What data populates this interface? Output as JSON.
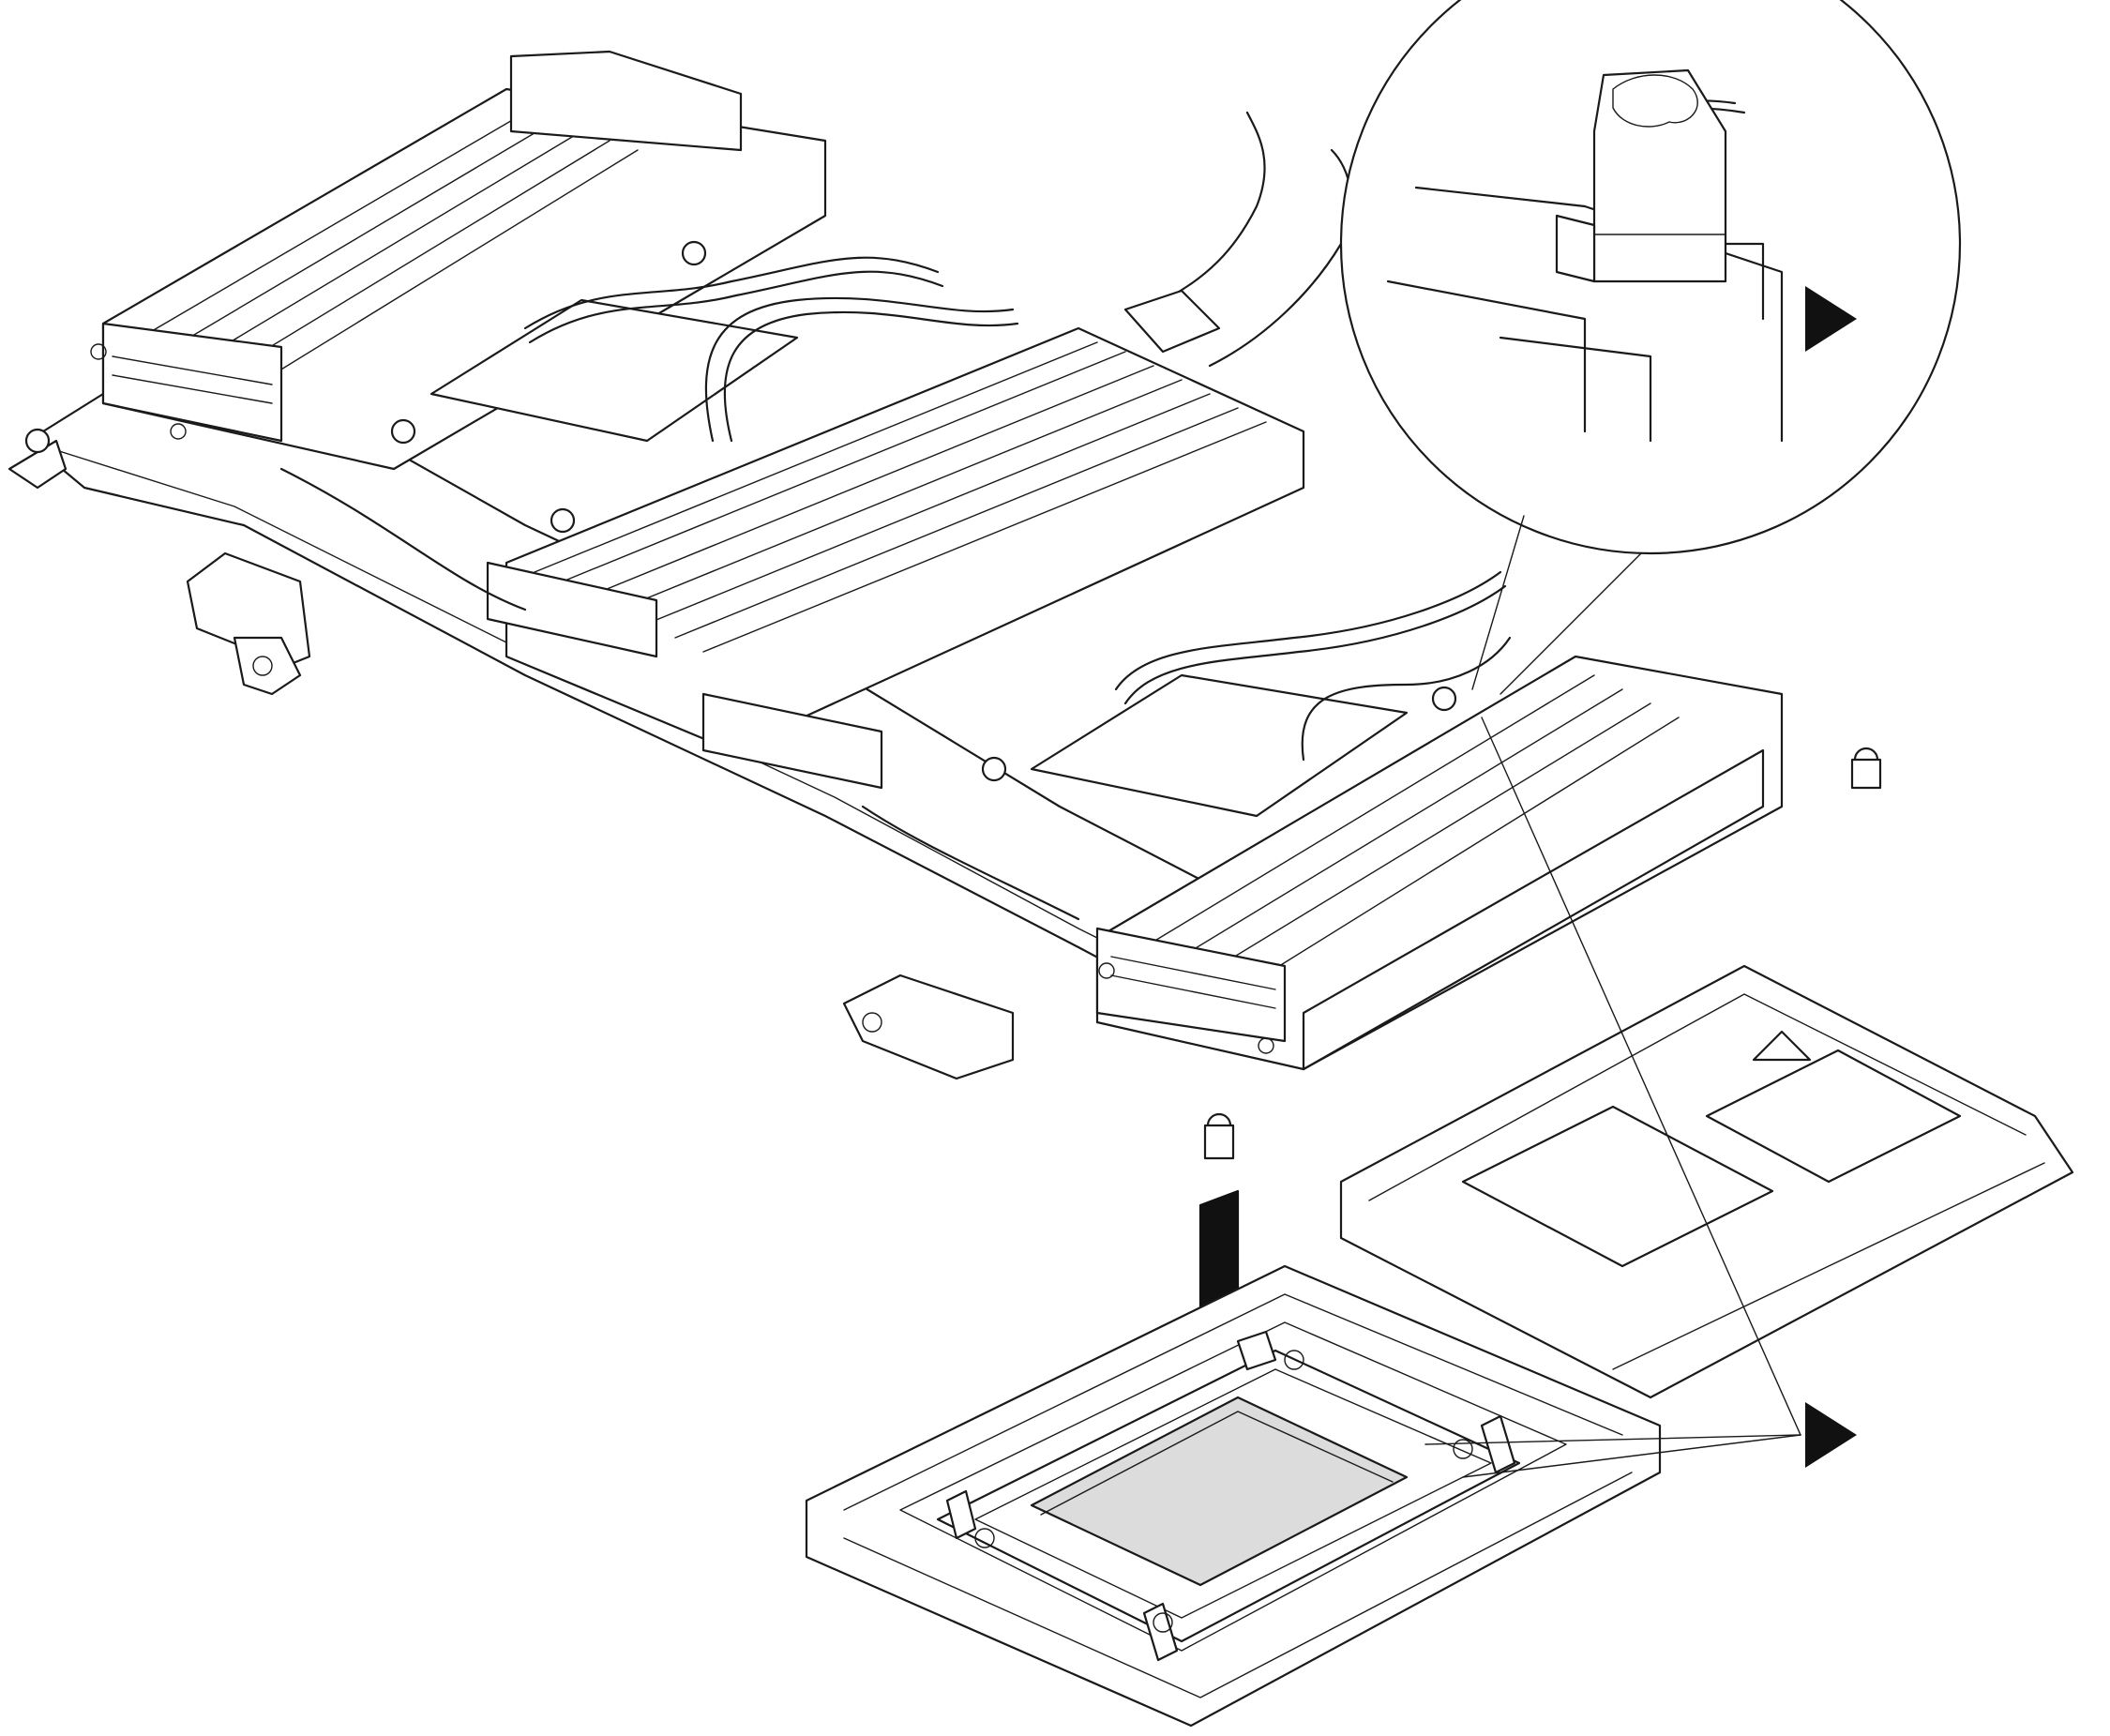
{
  "figure": {
    "description_shown": false,
    "callout_markers": [
      {
        "id": "zoom-marker",
        "shape": "triangle-right"
      },
      {
        "id": "tray-marker",
        "shape": "triangle-right"
      }
    ],
    "install_arrow": {
      "direction": "down"
    },
    "colors": {
      "line": "#1a1a1a",
      "processor_fill": "#dcdcdc",
      "background": "#ffffff"
    }
  }
}
